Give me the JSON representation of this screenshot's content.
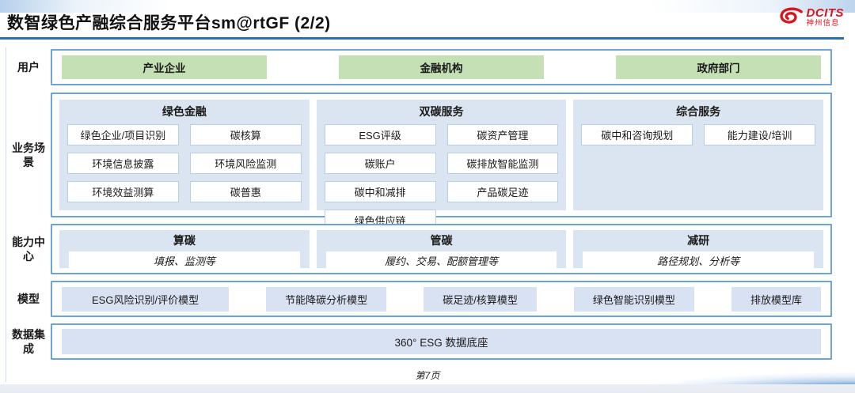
{
  "header": {
    "title": "数智绿色产融综合服务平台sm@rtGF (2/2)",
    "logo": {
      "name": "DCITS",
      "subtitle": "神州信息"
    }
  },
  "rows": {
    "users": {
      "label": "用户",
      "items": [
        "产业企业",
        "金融机构",
        "政府部门"
      ]
    },
    "scenarios": {
      "label": "业务场景",
      "columns": [
        {
          "title": "绿色金融",
          "items": [
            "绿色企业/项目识别",
            "碳核算",
            "环境信息披露",
            "环境风险监测",
            "环境效益测算",
            "碳普惠"
          ]
        },
        {
          "title": "双碳服务",
          "items": [
            "ESG评级",
            "碳资产管理",
            "碳账户",
            "碳排放智能监测",
            "碳中和减排",
            "产品碳足迹",
            "绿色供应链"
          ]
        },
        {
          "title": "综合服务",
          "items": [
            "碳中和咨询规划",
            "能力建设/培训"
          ]
        }
      ]
    },
    "capabilities": {
      "label": "能力中心",
      "columns": [
        {
          "title": "算碳",
          "desc": "填报、监测等"
        },
        {
          "title": "管碳",
          "desc": "履约、交易、配额管理等"
        },
        {
          "title": "减研",
          "desc": "路径规划、分析等"
        }
      ]
    },
    "models": {
      "label": "模型",
      "items": [
        "ESG风险识别/评价模型",
        "节能降碳分析模型",
        "碳足迹/核算模型",
        "绿色智能识别模型",
        "排放模型库"
      ]
    },
    "data_integration": {
      "label": "数据集成",
      "items": [
        "360° ESG 数据底座"
      ]
    }
  },
  "footer": {
    "page": "第7页"
  },
  "colors": {
    "container_border_blue": "#6fa3d8",
    "rule_blue": "#2a6db3",
    "panel_blue": "#dbe5f1",
    "box_blue": "#d9e2f3",
    "user_green": "#c5e0b4",
    "brand_red": "#d8151c"
  }
}
